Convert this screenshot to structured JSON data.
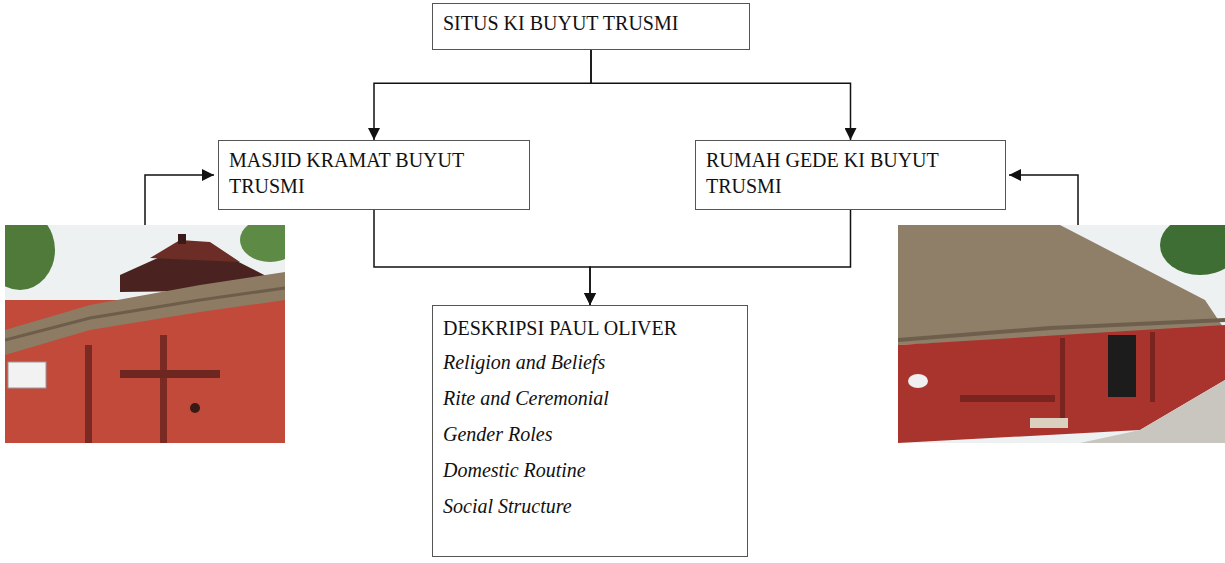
{
  "diagram": {
    "nodes": [
      {
        "text": [
          "SITUS KI BUYUT TRUSMI"
        ]
      },
      {
        "text": [
          "MASJID KRAMAT BUYUT TRUSMI"
        ]
      },
      {
        "text": [
          "RUMAH GEDE KI BUYUT TRUSMI"
        ]
      },
      {
        "text": [
          "DESKRIPSI PAUL OLIVER",
          "Religion and Beliefs",
          "Rite and Ceremonial",
          "Gender Roles",
          "Domestic Routine",
          "Social Structure"
        ]
      }
    ],
    "edges": [
      {
        "from": 0,
        "to": 1,
        "arrow": "to"
      },
      {
        "from": 0,
        "to": 2,
        "arrow": "to"
      },
      {
        "from": 1,
        "to": 3,
        "arrow": "to"
      },
      {
        "from": 2,
        "to": 3,
        "arrow": "to"
      }
    ]
  }
}
